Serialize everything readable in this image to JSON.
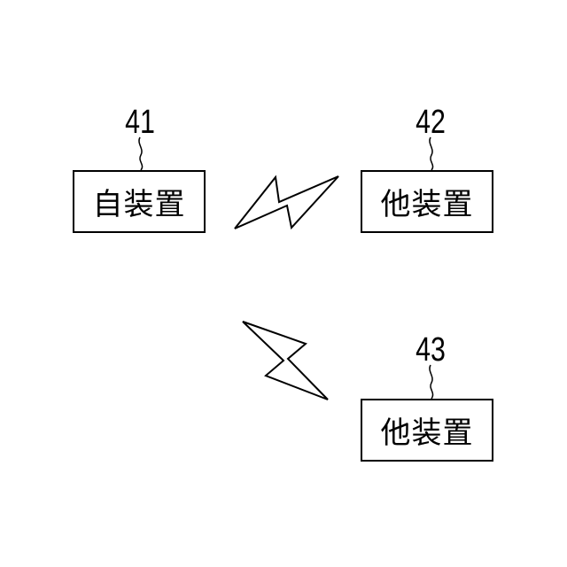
{
  "nodes": [
    {
      "ref": "41",
      "label": "自装置"
    },
    {
      "ref": "42",
      "label": "他装置"
    },
    {
      "ref": "43",
      "label": "他装置"
    }
  ],
  "links": [
    {
      "kind": "wireless",
      "between": [
        "41",
        "42"
      ]
    },
    {
      "kind": "wireless",
      "between": [
        "41",
        "43"
      ]
    }
  ],
  "colors": {
    "stroke": "#000000",
    "background": "#ffffff"
  }
}
